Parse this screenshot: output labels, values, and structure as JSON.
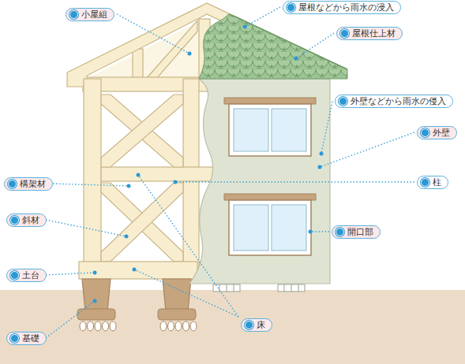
{
  "diagram": {
    "nodes": [
      {
        "text": [
          "小屋組"
        ]
      },
      {
        "text": [
          "屋根などから雨水の浸入"
        ]
      },
      {
        "text": [
          "屋根仕上材"
        ]
      },
      {
        "text": [
          "外壁などから雨水の侵入"
        ]
      },
      {
        "text": [
          "外壁"
        ]
      },
      {
        "text": [
          "構架材"
        ]
      },
      {
        "text": [
          "柱"
        ]
      },
      {
        "text": [
          "斜材"
        ]
      },
      {
        "text": [
          "開口部"
        ]
      },
      {
        "text": [
          "土台"
        ]
      },
      {
        "text": [
          "床"
        ]
      },
      {
        "text": [
          "基礎"
        ]
      }
    ]
  }
}
